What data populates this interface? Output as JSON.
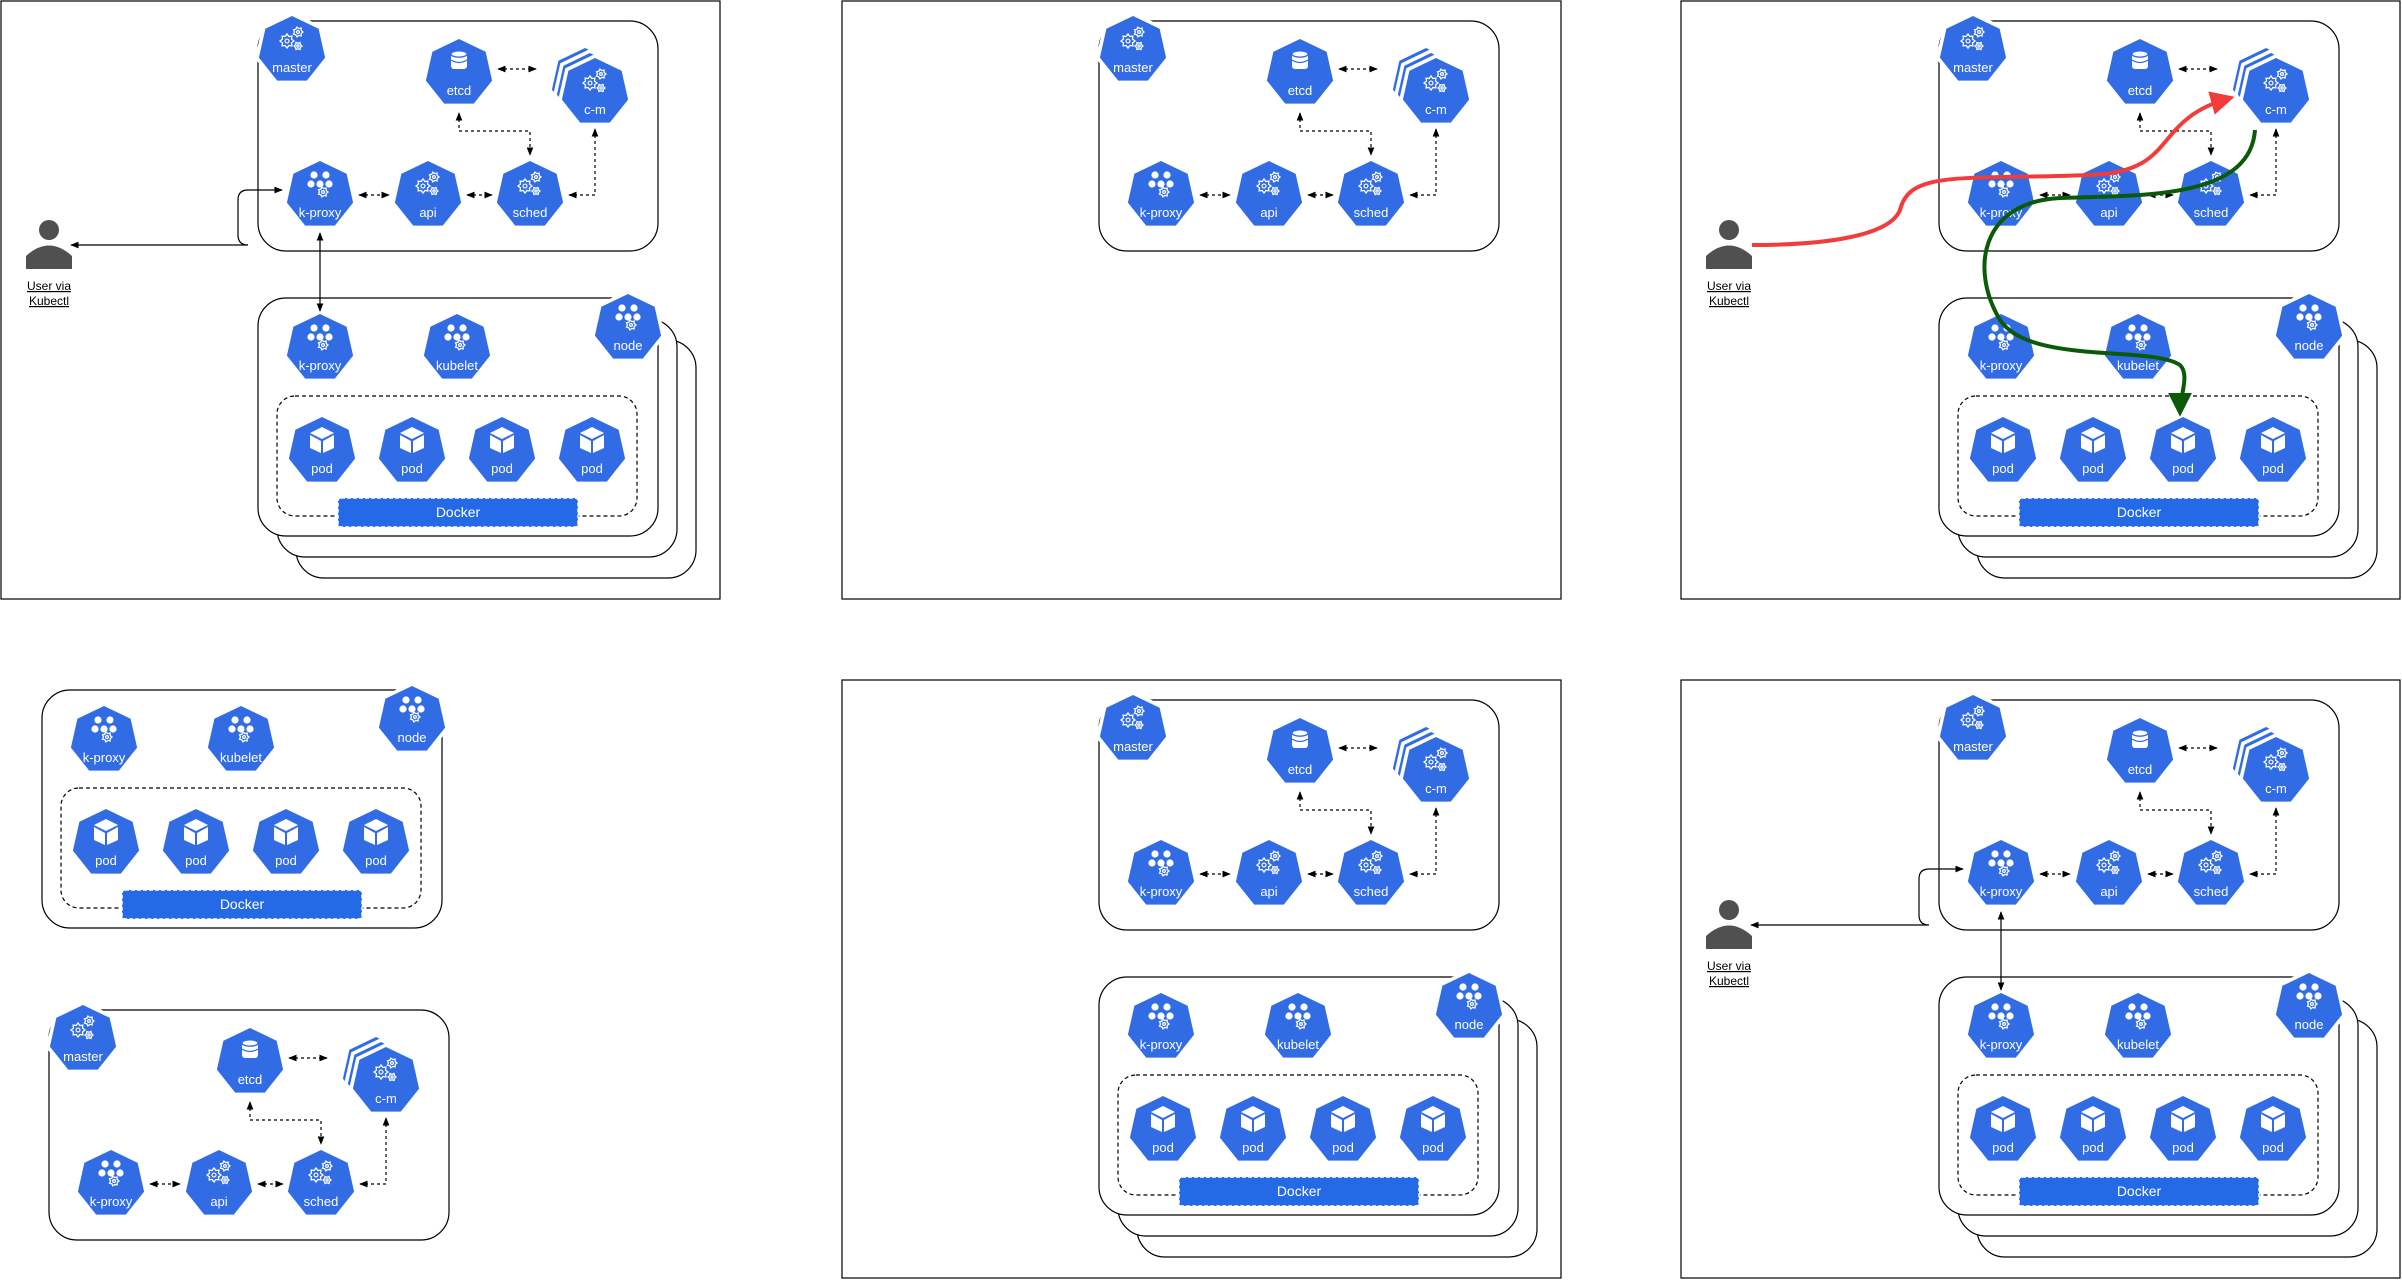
{
  "labels": {
    "master": "master",
    "etcd": "etcd",
    "cm": "c-m",
    "kproxy": "k-proxy",
    "api": "api",
    "sched": "sched",
    "kubelet": "kubelet",
    "node": "node",
    "pod": "pod",
    "docker": "Docker",
    "user_line1": "User via",
    "user_line2": "Kubectl"
  },
  "colors": {
    "k8s_blue": "#326ce5",
    "docker_blue": "#2469e6",
    "user_gray": "#505050",
    "request_path": "#f23b3b",
    "deploy_path": "#0a5a0a"
  },
  "icons": [
    "kubernetes-hex-icon",
    "gears-icon",
    "database-icon",
    "cube-icon",
    "person-icon",
    "arrow-icon"
  ]
}
